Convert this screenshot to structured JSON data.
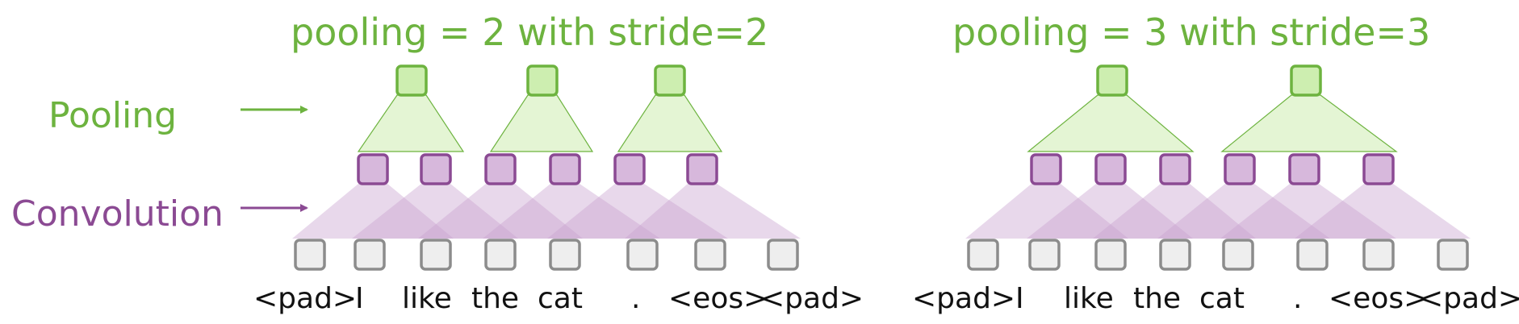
{
  "colors": {
    "pooling": "#6db33f",
    "pooling_fill": "#cdeeb0",
    "pooling_area": "#e4f5d4",
    "conv": "#8b4a93",
    "conv_fill": "#d7b8dc",
    "conv_area": "#c9a3d0",
    "input_stroke": "#8c8c8c",
    "input_fill": "#eeeeee"
  },
  "labels": {
    "pooling": "Pooling",
    "convolution": "Convolution"
  },
  "panels": [
    {
      "title": "pooling = 2 with stride=2",
      "tokens": [
        "<pad>",
        "I",
        "like",
        "the",
        "cat",
        ".",
        "<eos>",
        "<pad>"
      ]
    },
    {
      "title": "pooling = 3 with stride=3",
      "tokens": [
        "<pad>",
        "I",
        "like",
        "the",
        "cat",
        ".",
        "<eos>",
        "<pad>"
      ]
    }
  ]
}
